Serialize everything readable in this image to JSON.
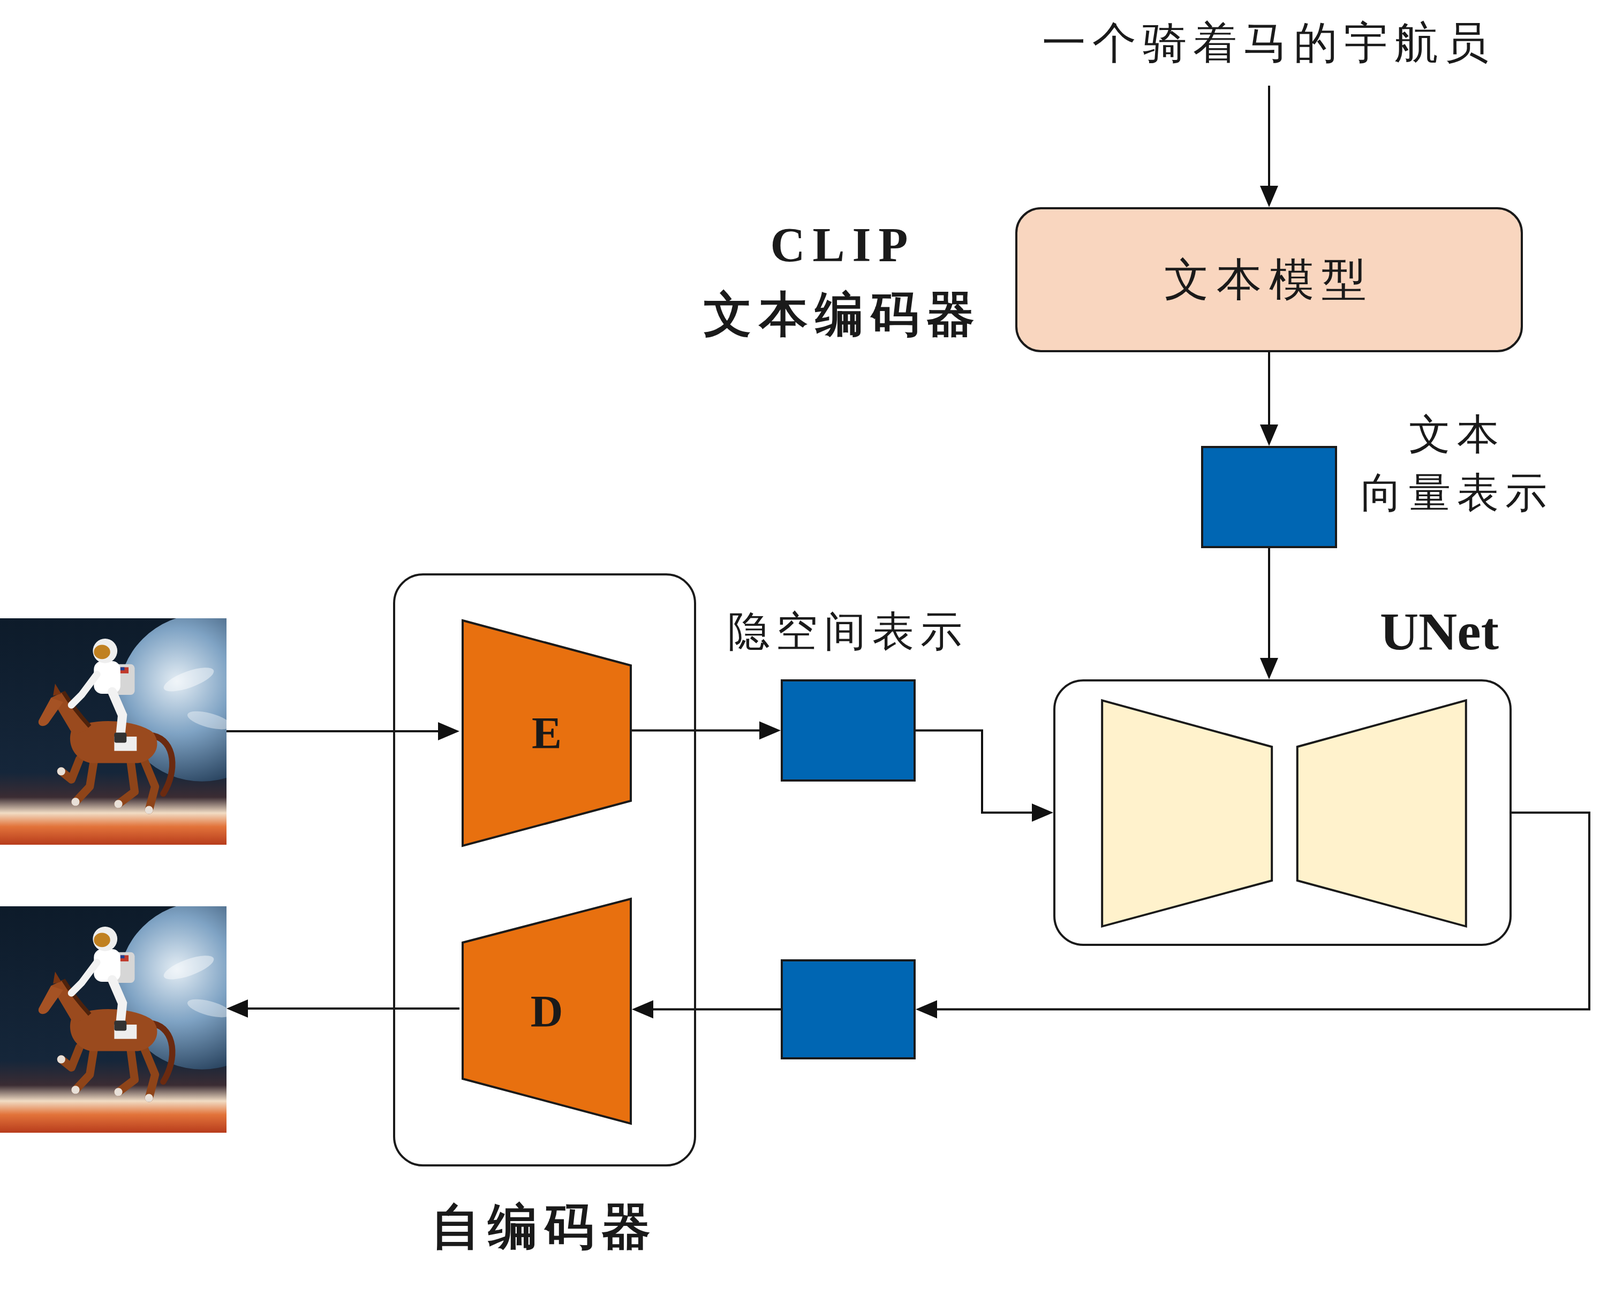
{
  "diagram": {
    "nodes": [
      {
        "text": [
          "CLIP 文本编码器",
          "文本模型"
        ]
      },
      {
        "text": [
          "文本 向量表示"
        ]
      },
      {
        "text": [
          "自编码器"
        ]
      },
      {
        "text": [
          "E"
        ],
        "in": 2
      },
      {
        "text": [
          "D"
        ],
        "in": 2
      },
      {
        "text": [
          "隐空间表示"
        ]
      },
      {
        "text": [
          "UNet"
        ]
      },
      {
        "text": []
      }
    ],
    "edges": [
      {
        "from": 0,
        "to": 1,
        "arrow": "to"
      },
      {
        "from": 1,
        "to": 6,
        "arrow": "to"
      },
      {
        "from": 3,
        "to": 5,
        "arrow": "to"
      },
      {
        "from": 5,
        "to": 6,
        "arrow": "to"
      },
      {
        "from": 6,
        "to": 7,
        "arrow": "to"
      },
      {
        "from": 7,
        "to": 4,
        "arrow": "to"
      }
    ],
    "labels": [
      "一个骑着马的宇航员"
    ]
  }
}
